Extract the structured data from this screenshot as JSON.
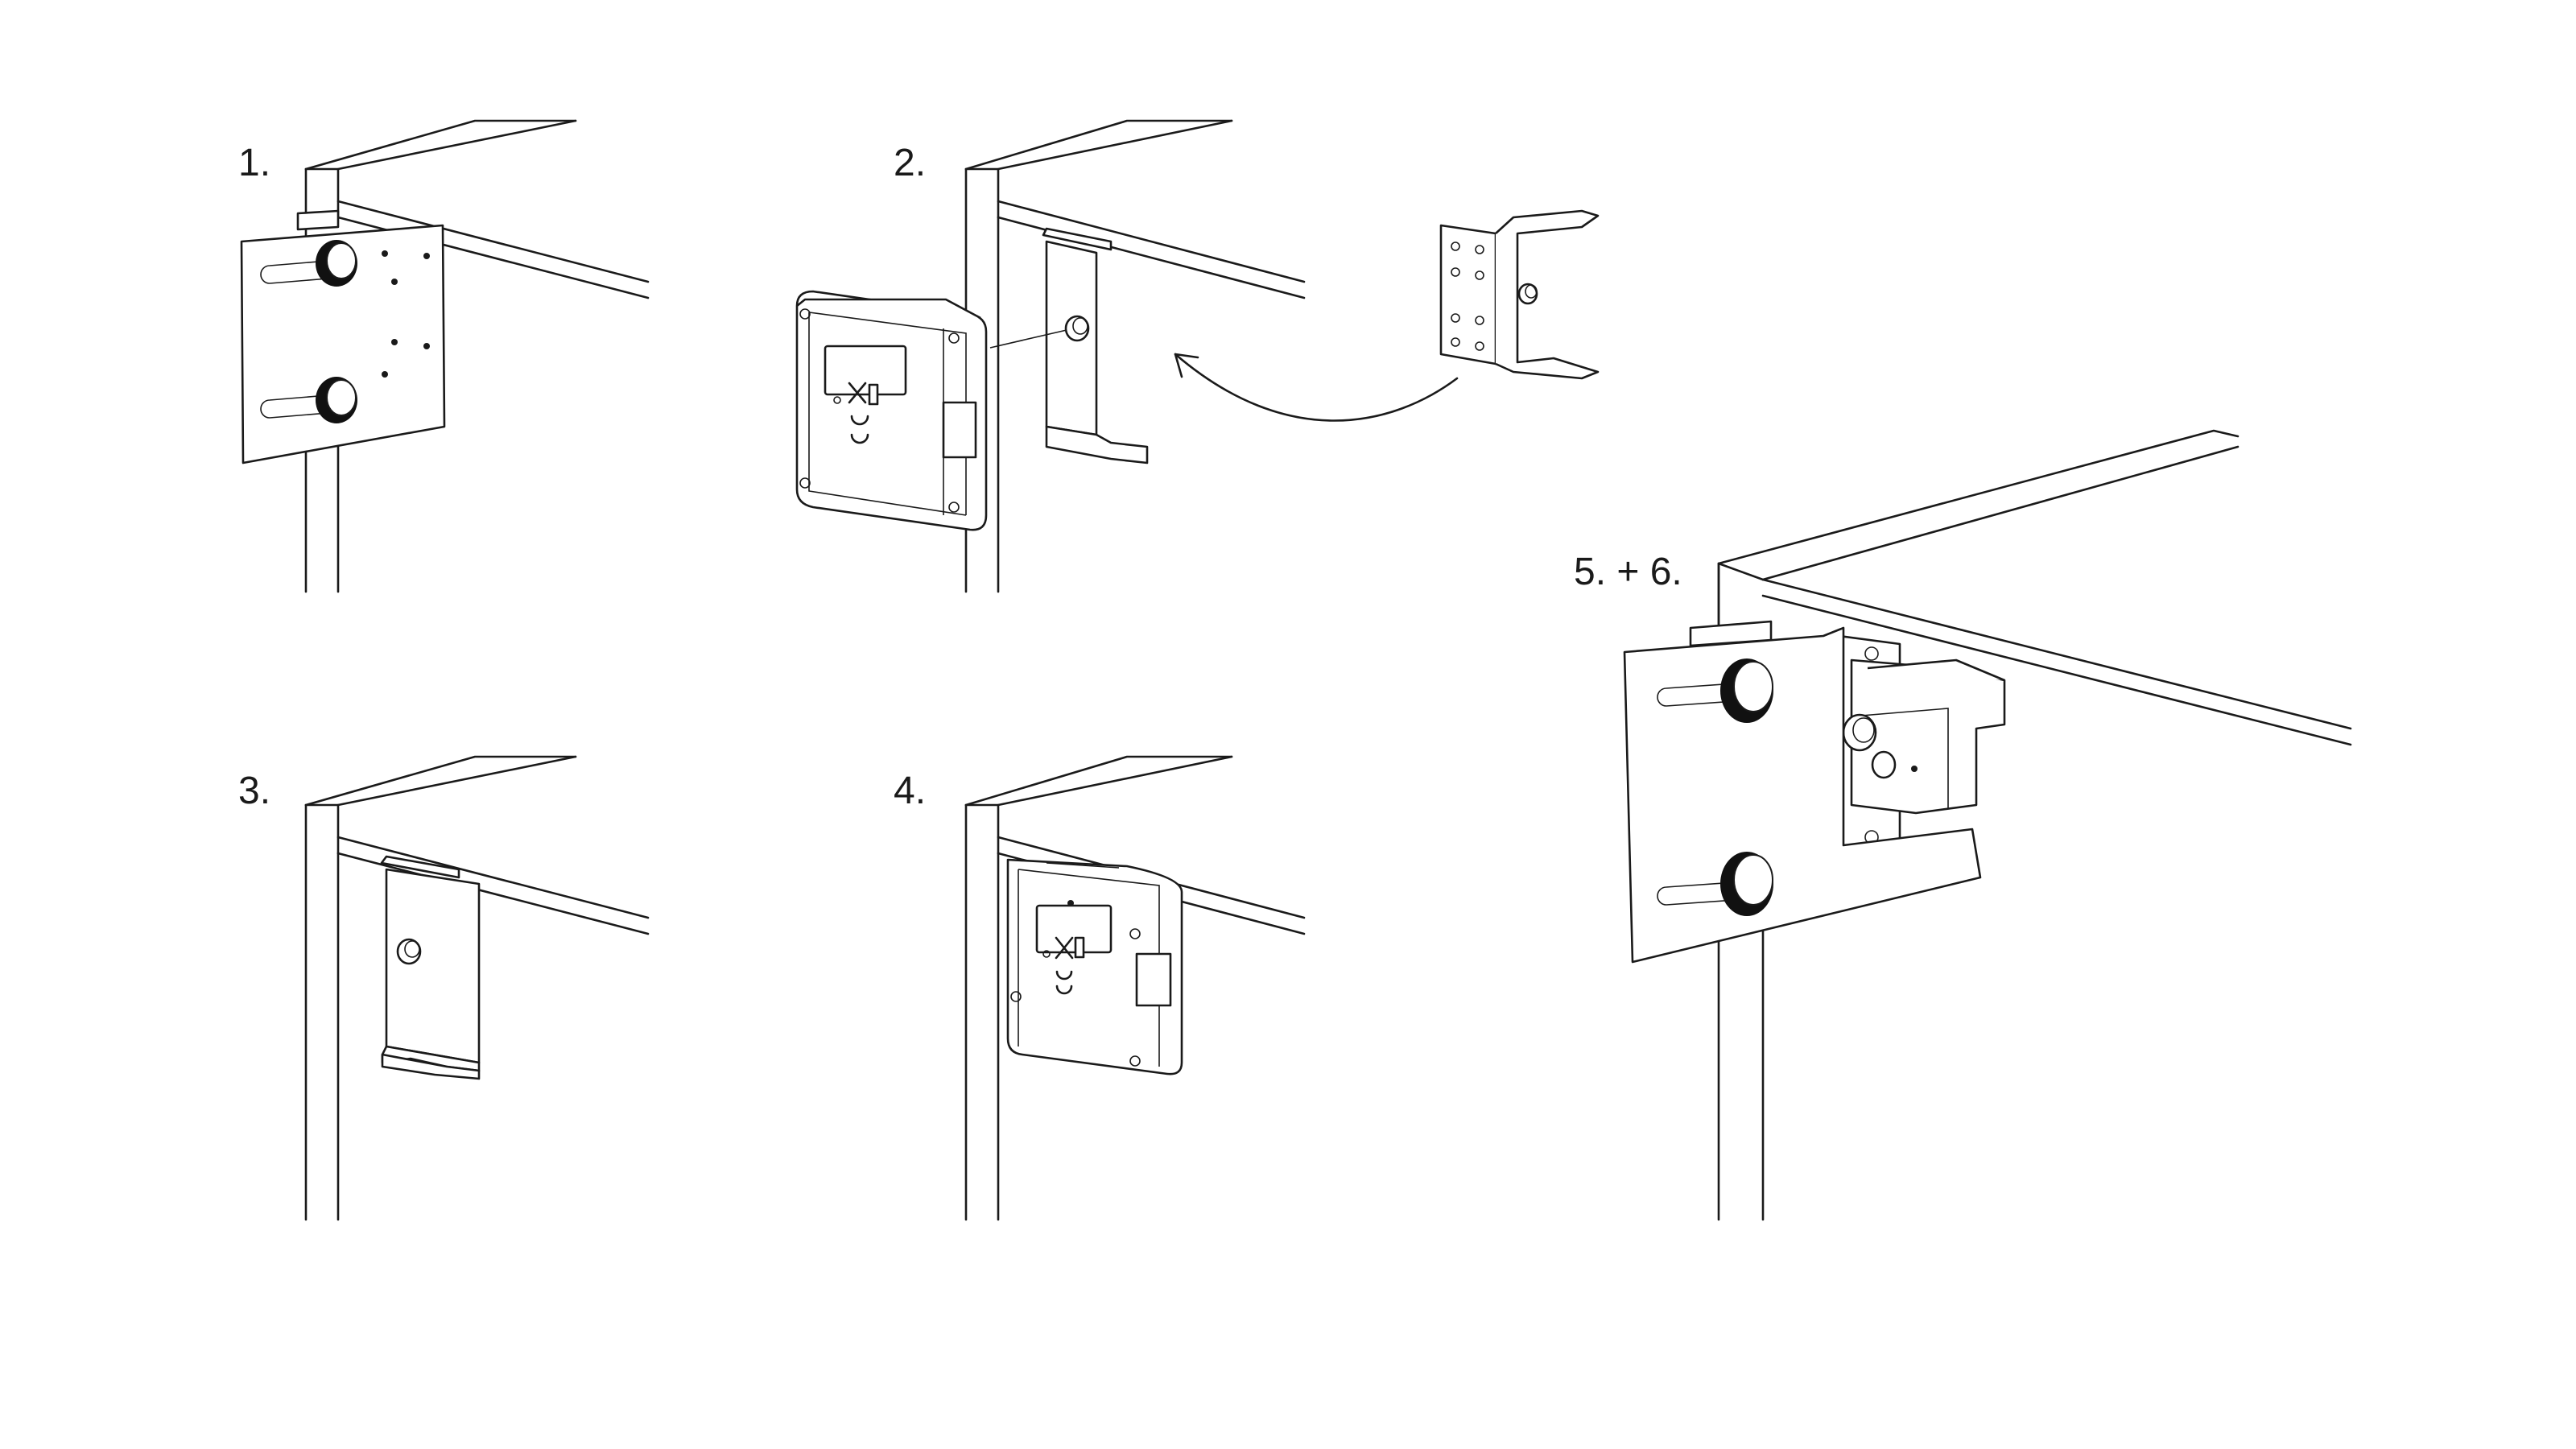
{
  "steps": [
    {
      "label": "1."
    },
    {
      "label": "2."
    },
    {
      "label": "3."
    },
    {
      "label": "4."
    },
    {
      "label": "5. + 6."
    }
  ],
  "colors": {
    "line": "#1a1a1a",
    "background": "#ffffff"
  }
}
